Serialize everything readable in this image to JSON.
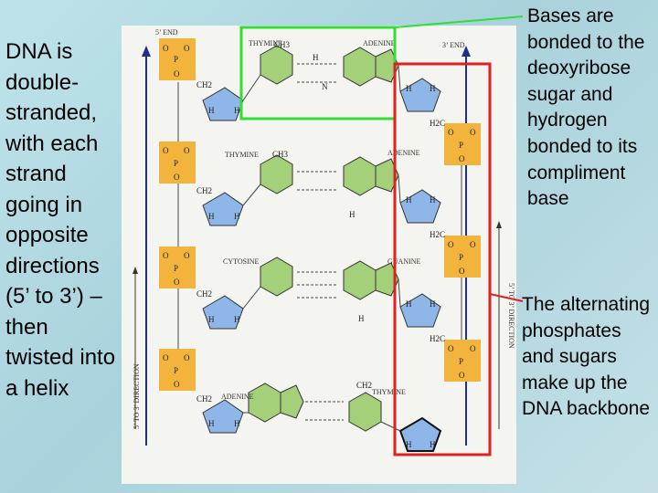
{
  "left_text": "DNA is double-stranded, with each strand going in opposite directions (5’ to 3’) – then twisted into a helix",
  "right_top_text": "Bases are bonded to the deoxyribose sugar and hydrogen bonded to its compliment base",
  "right_bottom_text": "The alternating phosphates and sugars make up the DNA backbone",
  "diagram": {
    "end_left": "5’ END",
    "end_right": "3’ END",
    "direction_left": "5’ TO 3’ DIRECTION",
    "direction_right": "5’ TO 3’ DIRECTION",
    "pairs": [
      {
        "left": "THYMINE",
        "right": "ADENINE"
      },
      {
        "left": "THYMINE",
        "right": "ADENINE"
      },
      {
        "left": "CYTOSINE",
        "right": "GUANINE"
      },
      {
        "left": "ADENINE",
        "right": "THYMINE"
      }
    ],
    "phosphate_atom": "P",
    "oxygen_atom": "O",
    "hydrogen_atom": "H",
    "nitrogen_atom": "N",
    "methyl_label": "CH3",
    "ch2_label": "CH2",
    "h2c_label": "H2C"
  },
  "colors": {
    "background": "#b8dce4",
    "phosphate": "#f2b43c",
    "sugar": "#8eb6e8",
    "base": "#a5d07a",
    "green_box": "#33dd33",
    "red_box": "#dd2222",
    "arrow": "#1f2f8a"
  }
}
